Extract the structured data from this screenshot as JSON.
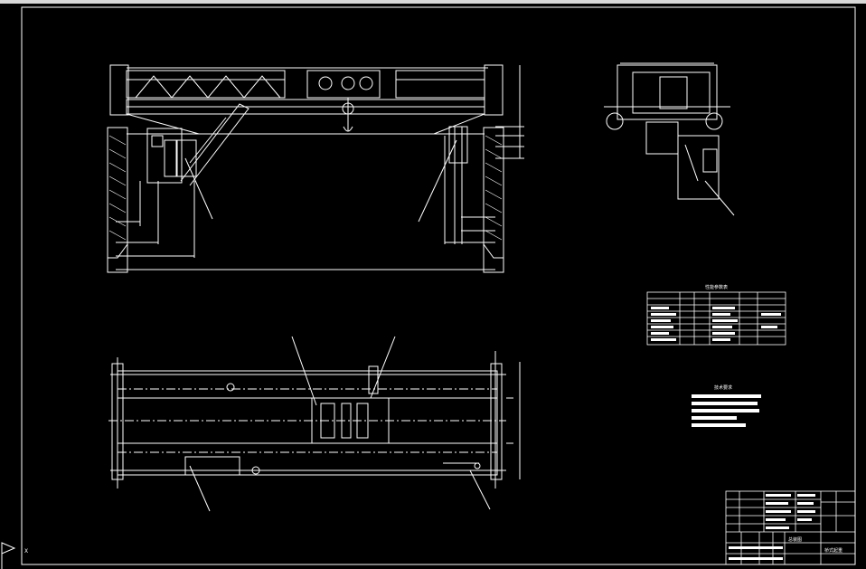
{
  "app": {
    "canvas_background": "#000000",
    "line_color": "#ffffff",
    "toolbar_color": "#d8d8d8"
  },
  "drawing": {
    "view_labels": {
      "front_view_dim_total": "",
      "side_view_dim_top": ""
    },
    "parameter_table": {
      "heading": "性能参数表",
      "rows": 8,
      "cols": 6
    },
    "technical_requirements": {
      "heading": "技术要求",
      "line_count": 5
    },
    "title_block": {
      "drawing_name": "总装图",
      "company_mark": "桥式起重"
    }
  },
  "ucs": {
    "x_label": "X",
    "icon": "ucs-axis-icon"
  }
}
